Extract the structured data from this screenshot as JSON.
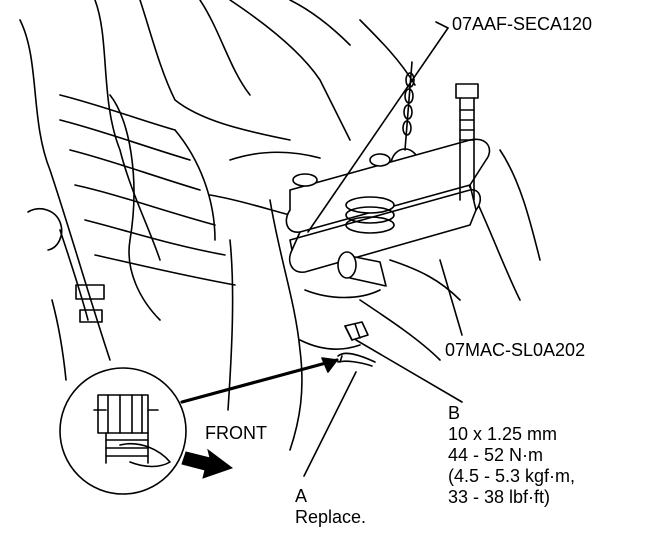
{
  "labels": {
    "tool_top": "07AAF-SECA120",
    "tool_right": "07MAC-SL0A202",
    "front": "FRONT",
    "part_a": {
      "letter": "A",
      "note": "Replace."
    },
    "part_b": {
      "letter": "B",
      "size": "10 x 1.25 mm",
      "torque_nm": "44 - 52 N·m",
      "torque_kgfm": "(4.5 - 5.3 kgf·m,",
      "torque_lbfft": "33 - 38 lbf·ft)"
    }
  },
  "colors": {
    "line": "#000000",
    "background": "#ffffff"
  },
  "icons": [
    "front-arrow-icon",
    "ball-joint-remover-icon",
    "castle-nut-icon",
    "cotter-pin-icon"
  ]
}
